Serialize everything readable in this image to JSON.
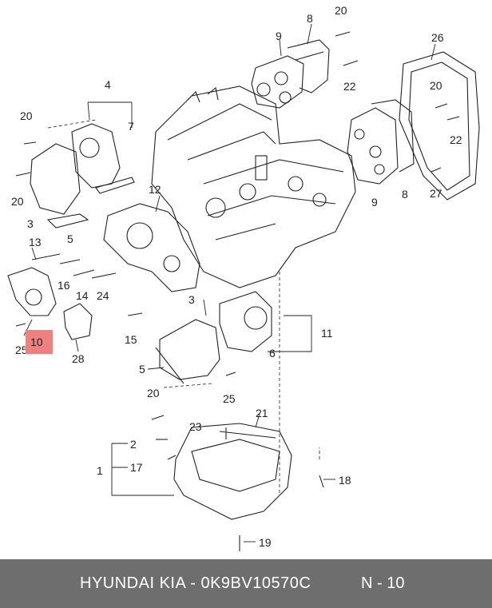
{
  "diagram": {
    "callouts": {
      "c20a": "20",
      "c8a": "8",
      "c9a": "9",
      "c22a": "22",
      "c26": "26",
      "c4": "4",
      "c7": "7",
      "c20b": "20",
      "c20c": "20",
      "c3a": "3",
      "c5a": "5",
      "c12": "12",
      "c20d": "20",
      "c22b": "22",
      "c9b": "9",
      "c8b": "8",
      "c27": "27",
      "c13": "13",
      "c16": "16",
      "c14": "14",
      "c24": "24",
      "c25a": "25",
      "c28": "28",
      "c15": "15",
      "c3b": "3",
      "c11": "11",
      "c6": "6",
      "c5b": "5",
      "c20e": "20",
      "c25b": "25",
      "c23": "23",
      "c21": "21",
      "c2": "2",
      "c17": "17",
      "c1": "1",
      "c18": "18",
      "c19": "19"
    },
    "highlight_label": "10",
    "highlight_color": "#f07f7f"
  },
  "footer": {
    "part_text": "HYUNDAI  KIA - 0K9BV10570C",
    "ref_text": "N - 10",
    "background": "#6e6e6e"
  }
}
